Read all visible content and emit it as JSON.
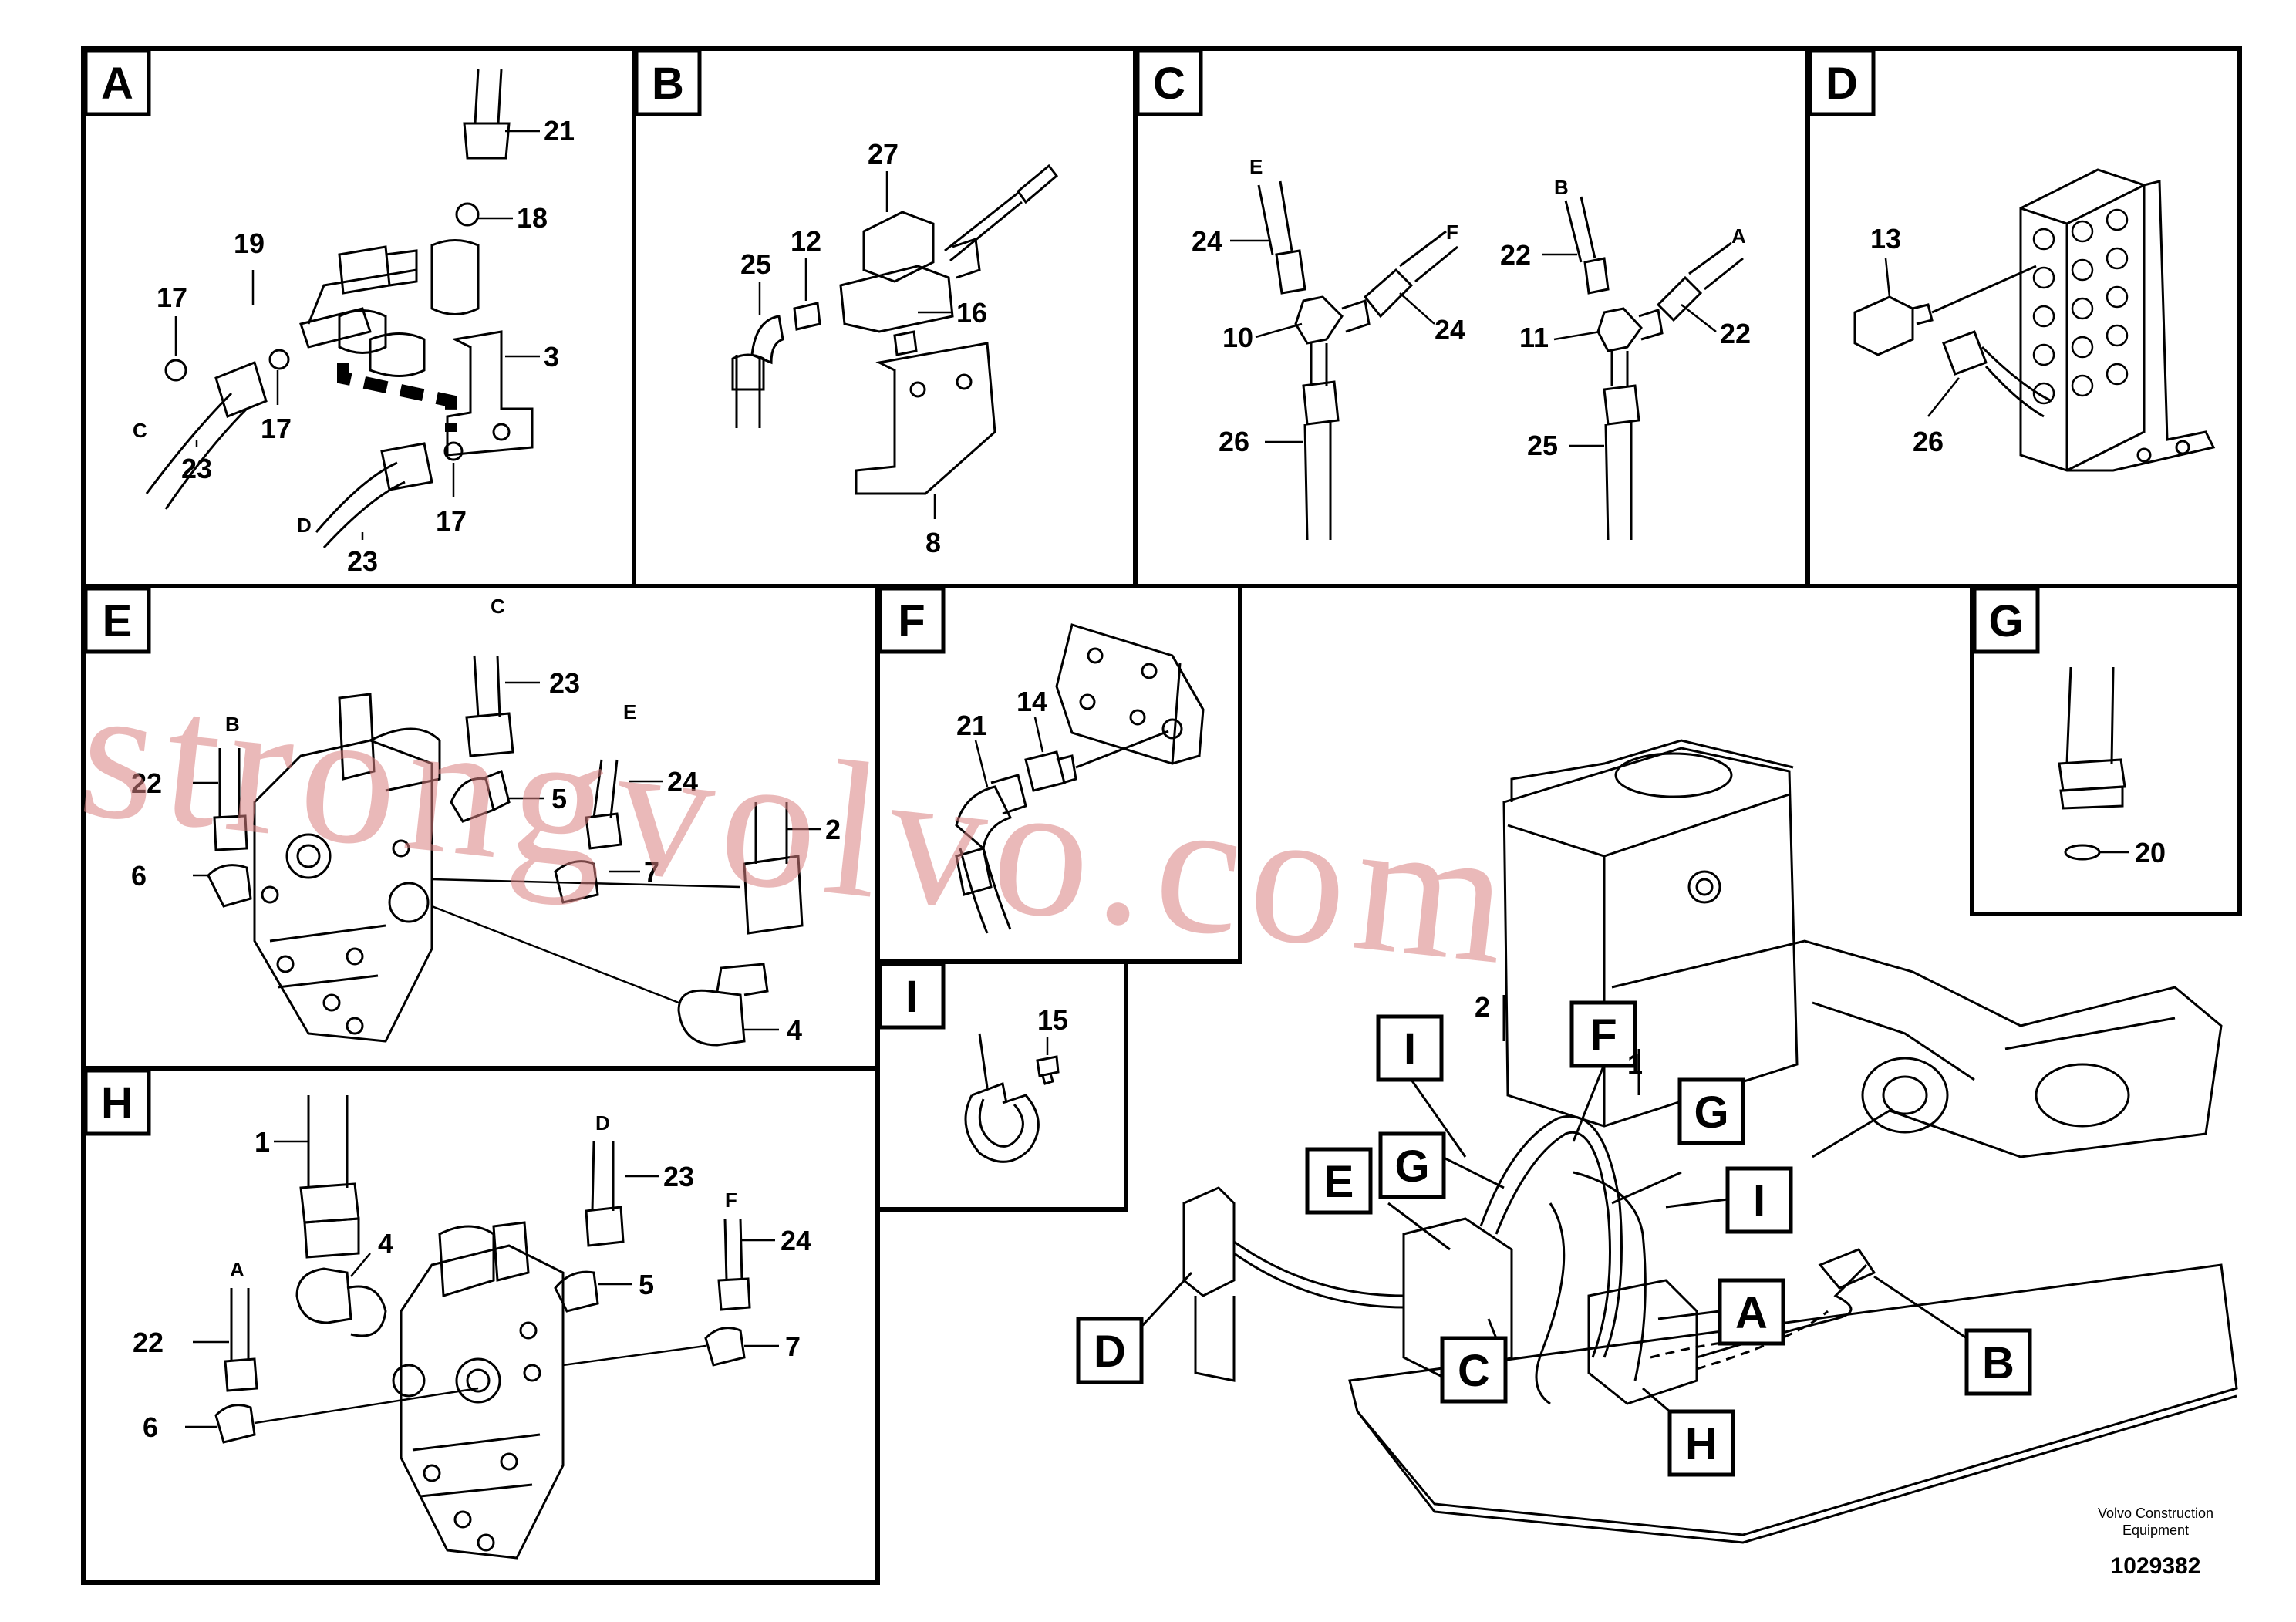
{
  "panels": [
    {
      "id": "A",
      "letter": "A"
    },
    {
      "id": "B",
      "letter": "B"
    },
    {
      "id": "C",
      "letter": "C"
    },
    {
      "id": "D",
      "letter": "D"
    },
    {
      "id": "E",
      "letter": "E"
    },
    {
      "id": "F",
      "letter": "F"
    },
    {
      "id": "G",
      "letter": "G"
    },
    {
      "id": "I",
      "letter": "I"
    },
    {
      "id": "H",
      "letter": "H"
    }
  ],
  "part_labels": {
    "A": [
      "21",
      "18",
      "19",
      "17",
      "3",
      "17",
      "23",
      "17",
      "23"
    ],
    "B": [
      "27",
      "25",
      "12",
      "16",
      "8"
    ],
    "C": [
      "24",
      "10",
      "24",
      "26",
      "22",
      "11",
      "22",
      "25"
    ],
    "D": [
      "13",
      "26"
    ],
    "E": [
      "23",
      "22",
      "5",
      "24",
      "2",
      "6",
      "7",
      "4"
    ],
    "F": [
      "21",
      "14"
    ],
    "G": [
      "20"
    ],
    "I": [
      "15"
    ],
    "H": [
      "1",
      "23",
      "4",
      "5",
      "24",
      "22",
      "7",
      "6"
    ]
  },
  "line_letters": {
    "A": [
      "C",
      "D"
    ],
    "C": [
      "E",
      "F",
      "B",
      "A"
    ],
    "E": [
      "C",
      "B",
      "E"
    ],
    "H": [
      "D",
      "F",
      "A"
    ]
  },
  "overview_labels": [
    "F",
    "I",
    "G",
    "G",
    "E",
    "I",
    "A",
    "D",
    "C",
    "B",
    "H"
  ],
  "overview_numbers": [
    "2",
    "1"
  ],
  "footer": {
    "company_line1": "Volvo Construction",
    "company_line2": "Equipment",
    "drawing_number": "1029382"
  },
  "watermark": "strongvolvo.com",
  "colors": {
    "ink": "#000000",
    "watermark": "#d98080",
    "paper": "#ffffff"
  }
}
